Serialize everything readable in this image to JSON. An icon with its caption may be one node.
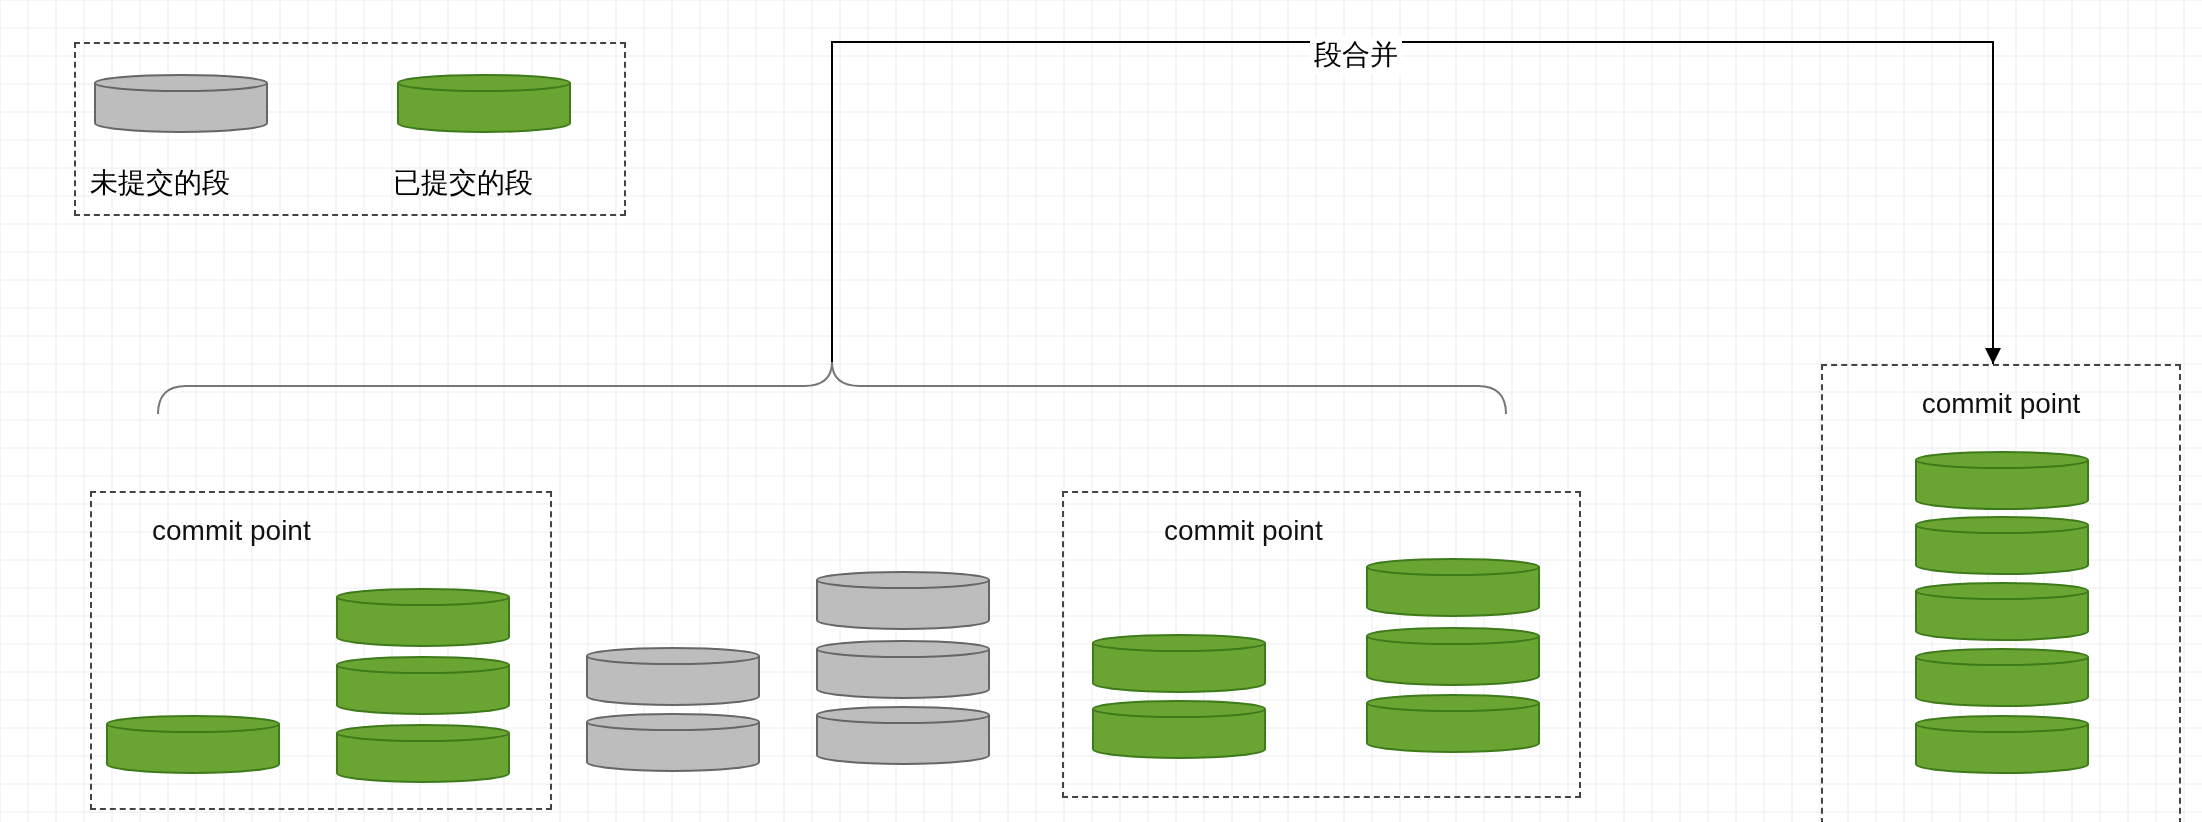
{
  "diagram": {
    "nodes": [
      {
        "text": [
          "commit point"
        ]
      },
      {
        "text": [],
        "shape": "cylinder",
        "in": 0
      },
      {
        "text": [],
        "shape": "cylinder",
        "in": 0
      },
      {
        "text": [],
        "shape": "cylinder",
        "in": 0
      },
      {
        "text": [],
        "shape": "cylinder",
        "in": 0
      },
      {
        "text": [],
        "shape": "cylinder"
      },
      {
        "text": [],
        "shape": "cylinder"
      },
      {
        "text": [],
        "shape": "cylinder"
      },
      {
        "text": [],
        "shape": "cylinder"
      },
      {
        "text": [],
        "shape": "cylinder"
      },
      {
        "text": [
          "commit point"
        ]
      },
      {
        "text": [],
        "shape": "cylinder",
        "in": 10
      },
      {
        "text": [],
        "shape": "cylinder",
        "in": 10
      },
      {
        "text": [],
        "shape": "cylinder",
        "in": 10
      },
      {
        "text": [],
        "shape": "cylinder",
        "in": 10
      },
      {
        "text": [],
        "shape": "cylinder",
        "in": 10
      },
      {
        "text": [
          "commit point"
        ]
      },
      {
        "text": [],
        "shape": "cylinder",
        "in": 16
      },
      {
        "text": [],
        "shape": "cylinder",
        "in": 16
      },
      {
        "text": [],
        "shape": "cylinder",
        "in": 16
      },
      {
        "text": [],
        "shape": "cylinder",
        "in": 16
      },
      {
        "text": [],
        "shape": "cylinder",
        "in": 16
      },
      {
        "text": [],
        "shape": "bracket"
      }
    ],
    "edges": [
      {
        "from": 22,
        "to": 16,
        "arrow": "to",
        "label": "段合并"
      }
    ],
    "legend": [
      {
        "text": "未提交的段",
        "color": "#bdbdbd"
      },
      {
        "text": "已提交的段",
        "color": "#6aa534"
      }
    ]
  }
}
